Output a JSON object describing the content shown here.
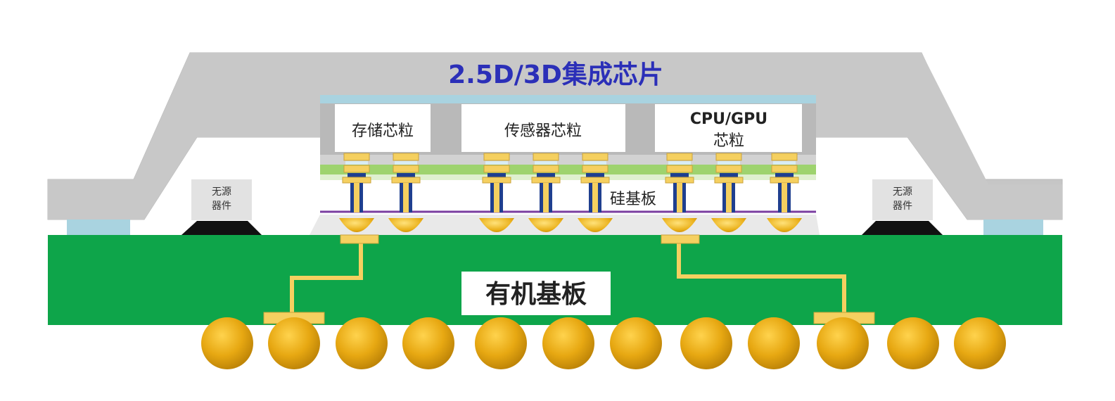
{
  "title": "2.5D/3D集成芯片",
  "chiplets": [
    {
      "label": "存储芯粒"
    },
    {
      "label": "传感器芯粒"
    },
    {
      "label_line1": "CPU/GPU",
      "label_line2": "芯粒"
    }
  ],
  "interposer_label": "硅基板",
  "substrate_label": "有机基板",
  "passives": [
    {
      "line1": "无源",
      "line2": "器件"
    },
    {
      "line1": "无源",
      "line2": "器件"
    }
  ],
  "colors": {
    "lid": "#c6c6c6",
    "title": "#2b2fb8",
    "substrate": "#0ea54a",
    "interposer_stripe": "#9ed36e",
    "solder": "#f0b21c",
    "trace": "#f5d060",
    "via": "#1f3f8f",
    "light_blue": "#a9d3e0",
    "rdl_line": "#7a3ea0"
  }
}
